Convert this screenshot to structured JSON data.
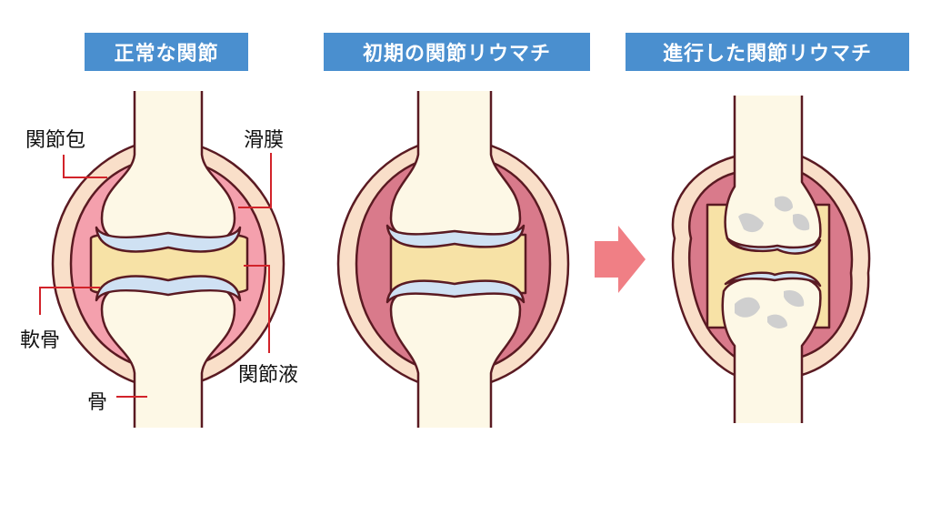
{
  "titles": {
    "normal": "正常な関節",
    "early": "初期の関節リウマチ",
    "advanced": "進行した関節リウマチ"
  },
  "labels": {
    "capsule": "関節包",
    "synovium": "滑膜",
    "cartilage": "軟骨",
    "fluid": "関節液",
    "bone": "骨"
  },
  "colors": {
    "title_bg": "#4a8fcf",
    "bone": "#fdf8e6",
    "outline": "#5a1a22",
    "capsule": "#f9dfc9",
    "synovium_normal": "#f4a0ad",
    "synovium_inflamed": "#d97a8b",
    "cartilage": "#cfe1f3",
    "fluid": "#f7e2a6",
    "erosion": "#cfcfcf",
    "arrow": "#f07f85",
    "leader": "#d2232a"
  }
}
